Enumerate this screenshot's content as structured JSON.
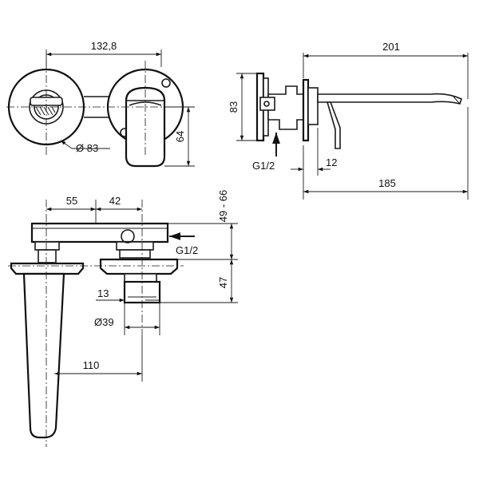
{
  "dimensions": {
    "top_width": "132,8",
    "rosette_diameter": "Ø 83",
    "handle_height": "64",
    "side_height": "83",
    "side_total_length": "201",
    "side_inlet": "G1/2",
    "side_offset": "12",
    "side_spout_length": "185",
    "plan_dist_a": "55",
    "plan_dist_b": "42",
    "wall_depth": "49 - 66",
    "plan_inlet": "G1/2",
    "body_height": "47",
    "body_offset": "13",
    "body_diameter": "Ø39",
    "spout_reach": "110"
  }
}
